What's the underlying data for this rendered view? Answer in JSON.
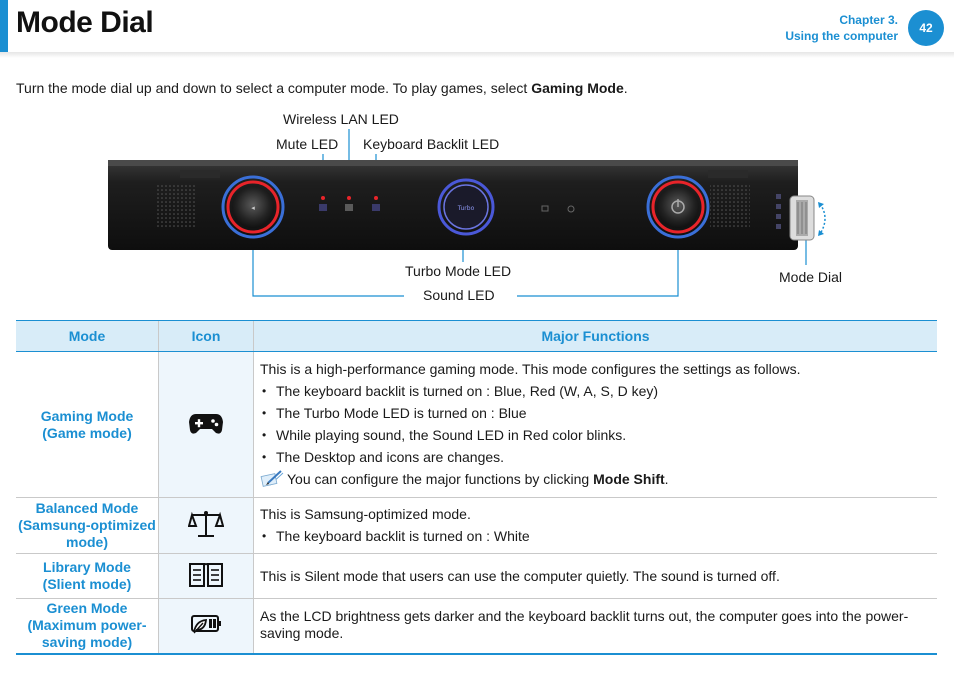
{
  "header": {
    "title": "Mode Dial",
    "chapter": "Chapter 3.",
    "section": "Using the computer",
    "page": "42"
  },
  "intro": {
    "text": "Turn the mode dial up and down to select a computer mode. To play games, select ",
    "bold": "Gaming Mode",
    "end": "."
  },
  "figure": {
    "labels": {
      "wireless_lan_led": "Wireless LAN LED",
      "mute_led": "Mute LED",
      "keyboard_backlit_led": "Keyboard Backlit LED",
      "turbo_mode_led": "Turbo Mode LED",
      "sound_led": "Sound LED",
      "mode_dial": "Mode Dial"
    },
    "turbo_button_text": "Turbo"
  },
  "table": {
    "headers": [
      "Mode",
      "Icon",
      "Major Functions"
    ],
    "rows": [
      {
        "mode_line1": "Gaming Mode",
        "mode_line2": "(Game mode)",
        "icon": "gamepad-icon",
        "intro": "This is a high-performance gaming mode. This mode configures the settings as follows.",
        "bullets": [
          "The keyboard backlit is turned on : Blue, Red (W, A, S, D key)",
          "The Turbo Mode LED is turned on : Blue",
          "While playing sound, the Sound LED in Red color blinks.",
          "The Desktop and icons are changes."
        ],
        "note_text": "You can configure the major functions by clicking ",
        "note_bold": "Mode Shift",
        "note_end": "."
      },
      {
        "mode_line1": "Balanced Mode",
        "mode_line2": "(Samsung-optimized",
        "mode_line3": "mode)",
        "icon": "balance-scale-icon",
        "intro": "This is Samsung-optimized mode.",
        "bullets": [
          "The keyboard backlit is turned on : White"
        ]
      },
      {
        "mode_line1": "Library Mode",
        "mode_line2": "(Slient mode)",
        "icon": "open-book-icon",
        "text": "This is Silent mode that users can use the computer quietly. The sound is turned off."
      },
      {
        "mode_line1": "Green Mode",
        "mode_line2": "(Maximum power-",
        "mode_line3": "saving mode)",
        "icon": "battery-leaf-icon",
        "text": "As the LCD brightness gets darker and the keyboard backlit turns out, the computer goes into the power-saving mode."
      }
    ]
  },
  "colors": {
    "accent": "#1b8fd2",
    "header_fill": "#d8ecf8",
    "icon_fill": "#eef6fc",
    "led_red": "#e8242a",
    "turbo_blue": "#4a58d8"
  }
}
